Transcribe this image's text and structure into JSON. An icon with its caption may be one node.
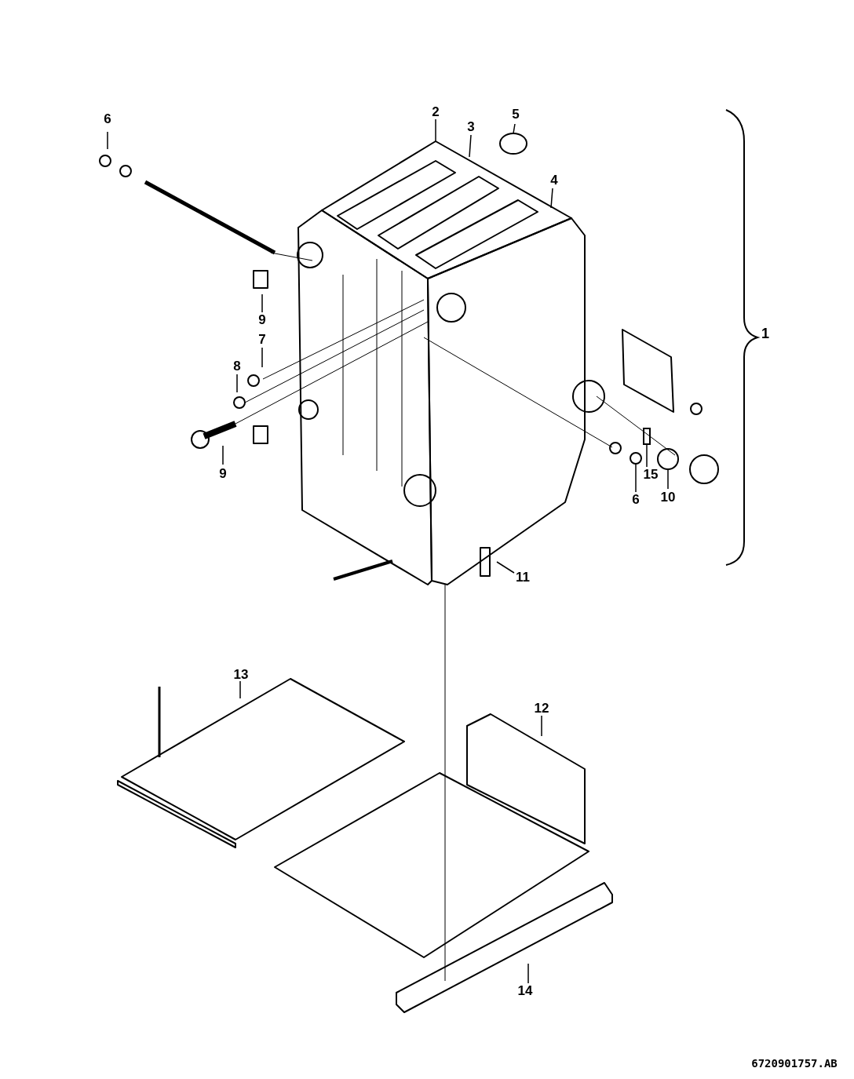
{
  "diagram": {
    "nodes": [
      {
        "text": [
          "6"
        ]
      },
      {
        "text": [
          "2"
        ]
      },
      {
        "text": [
          "3"
        ]
      },
      {
        "text": [
          "5"
        ]
      },
      {
        "text": [
          "4"
        ]
      },
      {
        "text": [
          "9"
        ]
      },
      {
        "text": [
          "7"
        ]
      },
      {
        "text": [
          "8"
        ]
      },
      {
        "text": [
          "9"
        ]
      },
      {
        "text": [
          "15"
        ]
      },
      {
        "text": [
          "6"
        ]
      },
      {
        "text": [
          "10"
        ]
      },
      {
        "text": [
          "11"
        ]
      },
      {
        "text": [
          "13"
        ]
      },
      {
        "text": [
          "12"
        ]
      },
      {
        "text": [
          "14"
        ]
      },
      {
        "text": [],
        "shape": "cylinder"
      },
      {
        "text": [],
        "shape": "circle"
      },
      {
        "text": [],
        "shape": "circle"
      },
      {
        "text": [],
        "shape": "bar"
      }
    ],
    "edges": [
      {
        "from": 0,
        "to": null,
        "arrow": "none"
      },
      {
        "from": 1,
        "to": null,
        "arrow": "none"
      },
      {
        "from": 2,
        "to": null,
        "arrow": "none"
      },
      {
        "from": 3,
        "to": 16,
        "arrow": "none"
      },
      {
        "from": 4,
        "to": null,
        "arrow": "none"
      },
      {
        "from": 5,
        "to": null,
        "arrow": "none"
      },
      {
        "from": 6,
        "to": null,
        "arrow": "none"
      },
      {
        "from": 7,
        "to": null,
        "arrow": "none"
      },
      {
        "from": 8,
        "to": null,
        "arrow": "none"
      },
      {
        "from": 9,
        "to": 19,
        "arrow": "none"
      },
      {
        "from": 10,
        "to": 17,
        "arrow": "none"
      },
      {
        "from": 11,
        "to": 18,
        "arrow": "none"
      },
      {
        "from": 12,
        "to": null,
        "arrow": "none"
      },
      {
        "from": 13,
        "to": null,
        "arrow": "none"
      },
      {
        "from": 14,
        "to": null,
        "arrow": "none"
      },
      {
        "from": 15,
        "to": null,
        "arrow": "none"
      }
    ],
    "labels": [
      "1",
      "6720901757.AB"
    ]
  }
}
